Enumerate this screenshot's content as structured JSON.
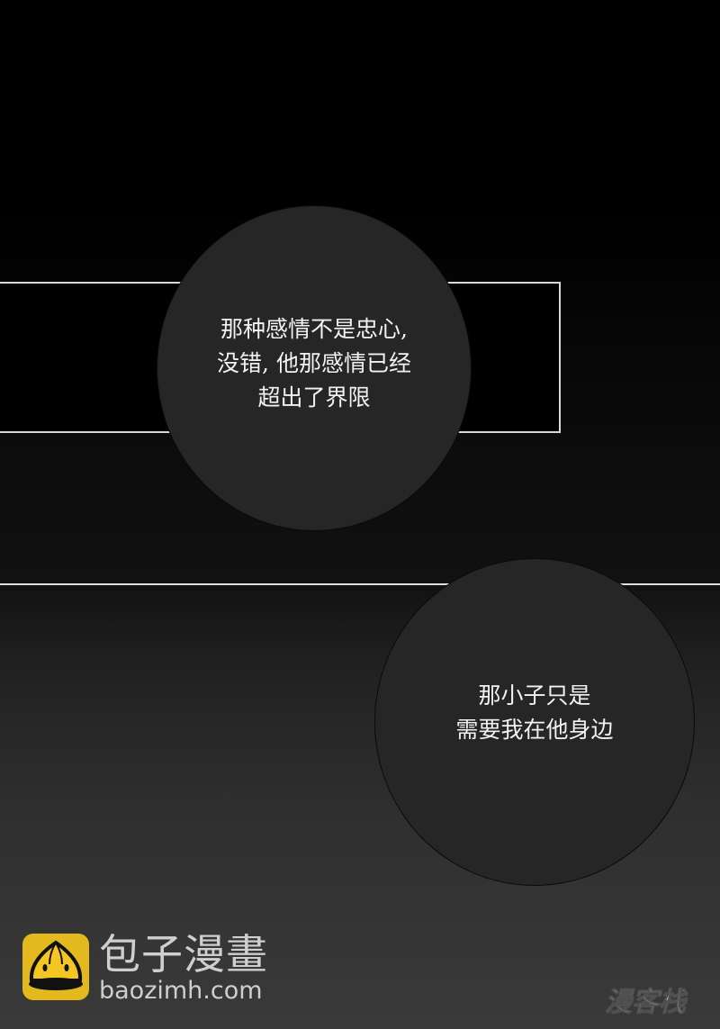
{
  "panel1": {
    "bubble_lines": [
      "那种感情不是忠心,",
      "没错, 他那感情已经",
      "超出了界限"
    ]
  },
  "panel2": {
    "bubble_lines": [
      "那小子只是",
      "需要我在他身边"
    ]
  },
  "watermark": {
    "site_name": "包子漫畫",
    "site_url": "baozimh.com",
    "logo_color": "#e4b920",
    "publisher_mark": "漫客栈"
  }
}
